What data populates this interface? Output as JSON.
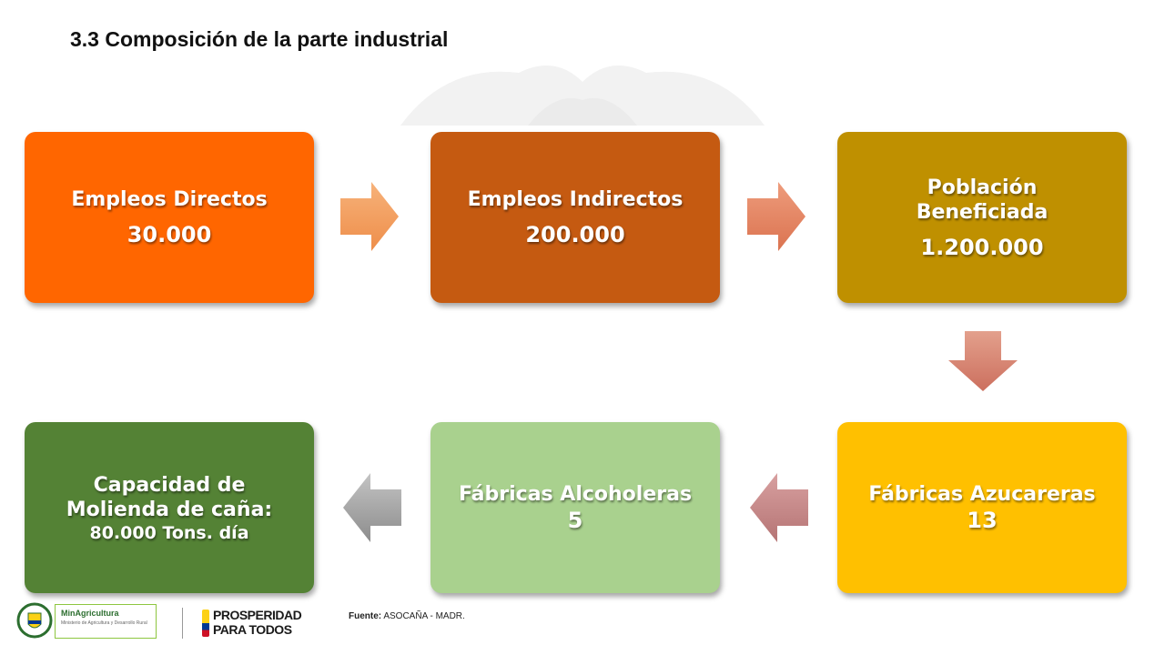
{
  "slide": {
    "title": "3.3 Composición de la parte industrial"
  },
  "flow": [
    {
      "label": "Empleos Directos",
      "value": "30.000",
      "color": "#FF6600"
    },
    {
      "label": "Empleos Indirectos",
      "value": "200.000",
      "color": "#C55A11"
    },
    {
      "label": "Población Beneficiada",
      "value": "1.200.000",
      "color": "#BF9000"
    },
    {
      "label": "Fábricas Azucareras",
      "value": "13",
      "color": "#FFC000"
    },
    {
      "label": "Fábricas Alcoholeras",
      "value": "5",
      "color": "#A9D18E"
    },
    {
      "label": "Capacidad de Molienda de caña:",
      "value": "80.000 Tons. día",
      "color": "#548235"
    }
  ],
  "arrows": [
    {
      "direction": "right",
      "color": "#F4A264"
    },
    {
      "direction": "right",
      "color": "#E88A6A"
    },
    {
      "direction": "down",
      "color": "#D9826F"
    },
    {
      "direction": "left",
      "color": "#C98A8A"
    },
    {
      "direction": "left",
      "color": "#A6A6A6"
    }
  ],
  "footer": {
    "source_label": "Fuente:",
    "source_text": "ASOCAÑA  -  MADR.",
    "logo_min_name": "MinAgricultura",
    "logo_min_sub": "Ministerio de Agricultura y Desarrollo Rural",
    "logo_prosperidad_line1": "PROSPERIDAD",
    "logo_prosperidad_line2": "PARA TODOS"
  }
}
